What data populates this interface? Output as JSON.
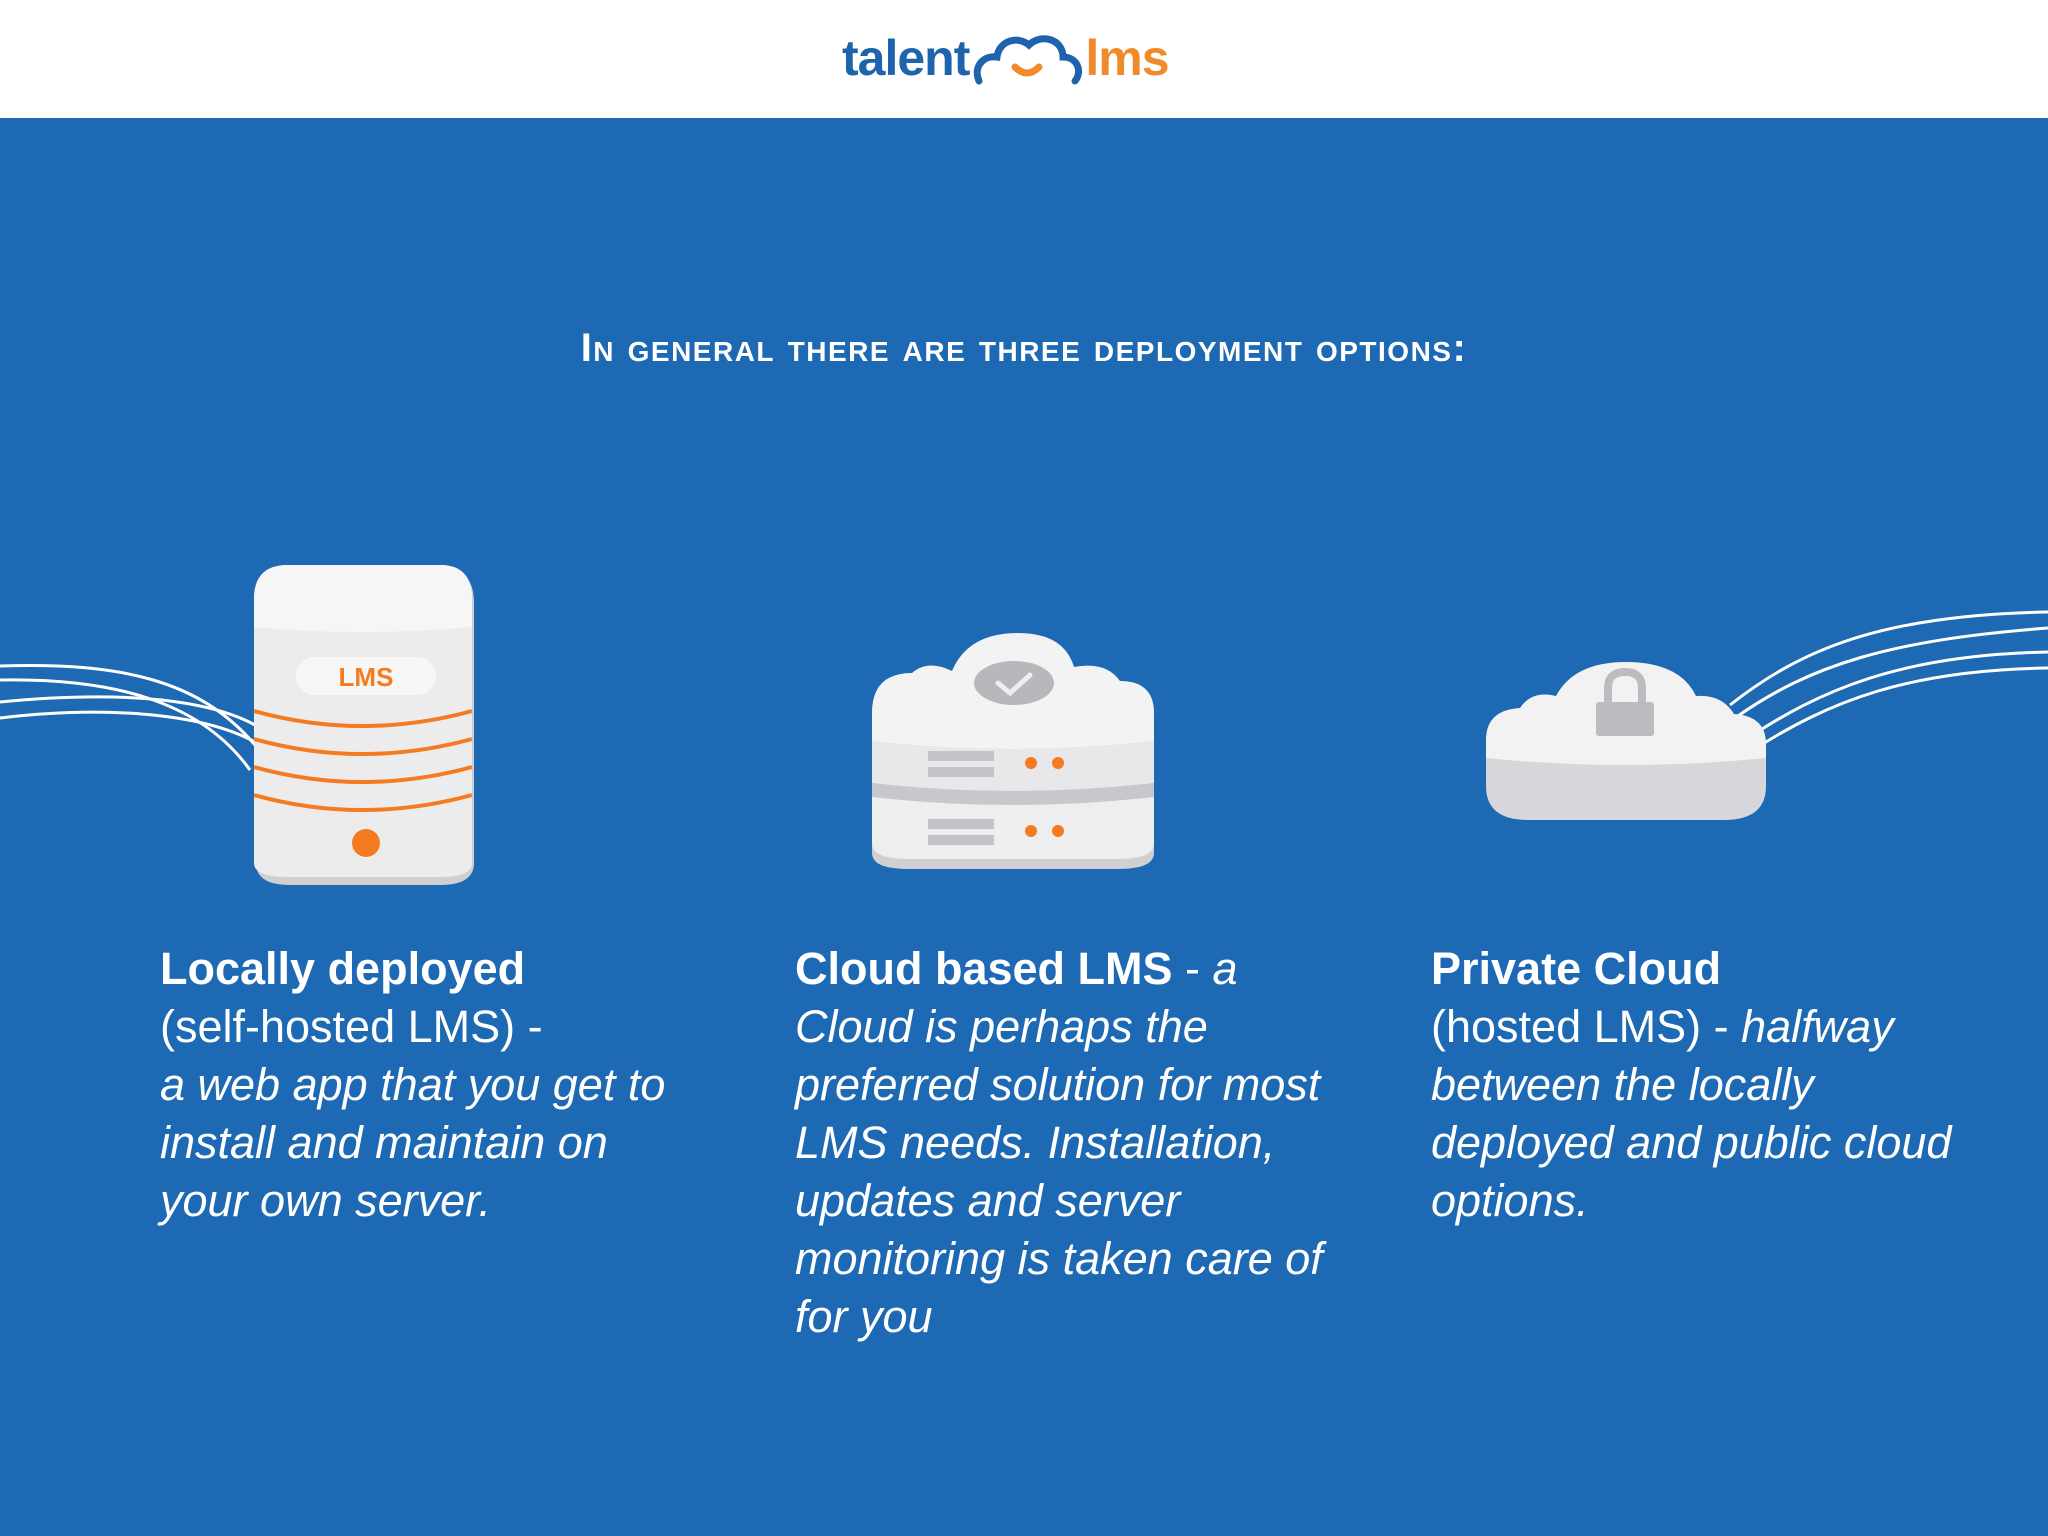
{
  "brand": {
    "left": "talent",
    "right": "lms",
    "colors": {
      "talent": "#1d64ad",
      "lms": "#f18a2b"
    }
  },
  "headline": "In general there are three deployment options:",
  "options": [
    {
      "icon": "local-server-icon",
      "server_label": "LMS",
      "title": "Locally deployed",
      "subtitle": "(self-hosted LMS) -",
      "description": "a web app that you get to install and maintain on your own server."
    },
    {
      "icon": "cloud-server-icon",
      "title": "Cloud based LMS",
      "separator": " - ",
      "description": "a Cloud is perhaps the preferred solution for most LMS needs. Installation, updates and server monitoring is taken care of for you"
    },
    {
      "icon": "private-cloud-lock-icon",
      "title": "Private Cloud",
      "subtitle": "(hosted LMS) -",
      "description": "halfway between the locally deployed and public cloud options."
    }
  ],
  "colors": {
    "background": "#1d69b3",
    "accent": "#f47b20",
    "device": "#ececec"
  }
}
